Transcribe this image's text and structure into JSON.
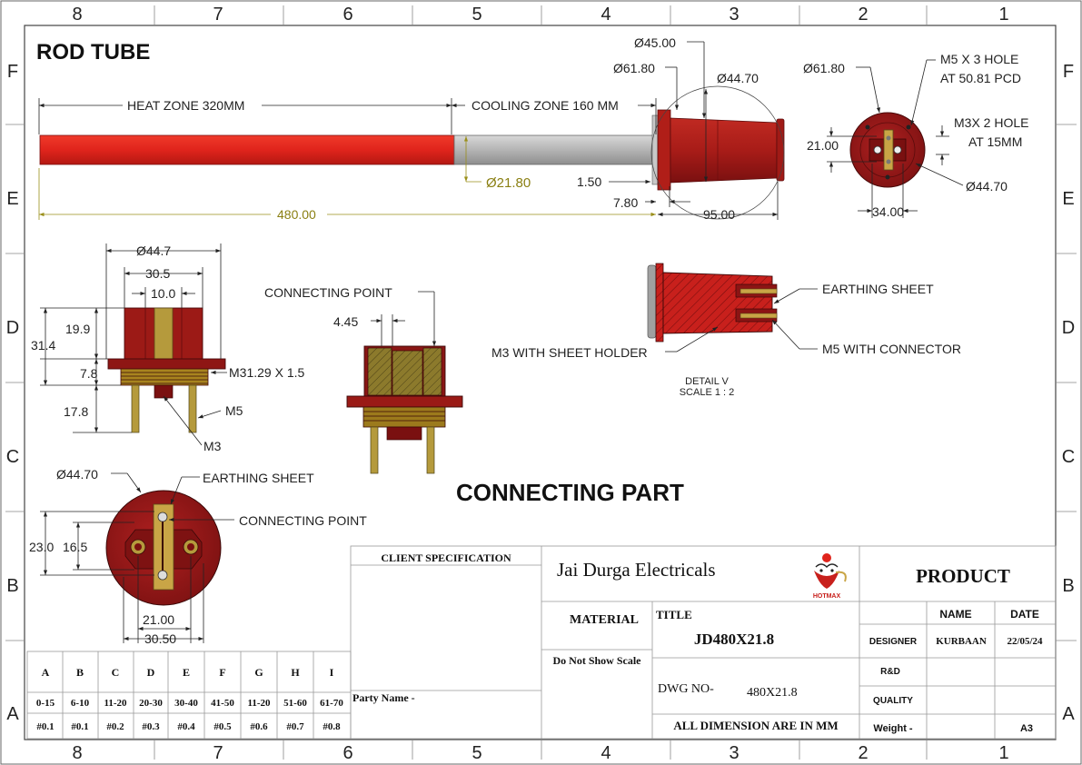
{
  "zone_labels": {
    "columns": [
      "8",
      "7",
      "6",
      "5",
      "4",
      "3",
      "2",
      "1"
    ],
    "rows": [
      "F",
      "E",
      "D",
      "C",
      "B",
      "A"
    ]
  },
  "titles": {
    "rod_tube": "ROD TUBE",
    "connecting_part": "CONNECTING PART"
  },
  "rod_tube_view": {
    "heat_zone": "HEAT ZONE  320MM",
    "cooling_zone": "COOLING ZONE 160 MM",
    "total_length": "480.00",
    "tube_dia": "Ø21.80",
    "d_45": "Ø45.00",
    "d_6180": "Ø61.80",
    "d_4470": "Ø44.70",
    "d_150": "1.50",
    "d_780": "7.80",
    "d_9500": "95.00"
  },
  "end_view": {
    "d_6180": "Ø61.80",
    "m5_note_1": "M5 X 3 HOLE",
    "m5_note_2": "AT 50.81 PCD",
    "m3_note_1": "M3X 2 HOLE",
    "m3_note_2": "AT 15MM",
    "d_2100": "21.00",
    "d_4470": "Ø44.70",
    "d_3400": "34.00"
  },
  "front_view": {
    "d_447": "Ø44.7",
    "d_305": "30.5",
    "d_100": "10.0",
    "d_199": "19.9",
    "d_314": "31.4",
    "d_78": "7.8",
    "d_178": "17.8",
    "thread": "M31.29 X 1.5",
    "m5": "M5",
    "m3": "M3"
  },
  "section_view": {
    "connecting_point": "CONNECTING POINT",
    "d_445": "4.45"
  },
  "detail_view": {
    "earthing_sheet": "EARTHING SHEET",
    "m3_holder": "M3 WITH SHEET HOLDER",
    "m5_connector": "M5 WITH CONNECTOR",
    "detail": "DETAIL V",
    "scale": "SCALE 1 : 2"
  },
  "bottom_view": {
    "d_4470": "Ø44.70",
    "earthing_sheet": "EARTHING SHEET",
    "connecting_point": "CONNECTING POINT",
    "d_230": "23.0",
    "d_165": "16.5",
    "d_2100": "21.00",
    "d_3050": "30.50"
  },
  "tolerance_table": {
    "headers": [
      "A",
      "B",
      "C",
      "D",
      "E",
      "F",
      "G",
      "H",
      "I"
    ],
    "ranges": [
      "0-15",
      "6-10",
      "11-20",
      "20-30",
      "30-40",
      "41-50",
      "11-20",
      "51-60",
      "61-70"
    ],
    "tolerances": [
      "#0.1",
      "#0.1",
      "#0.2",
      "#0.3",
      "#0.4",
      "#0.5",
      "#0.6",
      "#0.7",
      "#0.8"
    ]
  },
  "title_block": {
    "client_spec": "CLIENT SPECIFICATION",
    "party_name": "Party Name -",
    "company": "Jai Durga Electricals",
    "logo_text": "HOTMAX",
    "product": "PRODUCT",
    "material": "MATERIAL",
    "no_scale": "Do Not Show Scale",
    "title_label": "TITLE",
    "title_value": "JD480X21.8",
    "dwg_label": "DWG NO-",
    "dwg_value": "480X21.8",
    "dims_note": "ALL DIMENSION ARE IN MM",
    "name_hdr": "NAME",
    "date_hdr": "DATE",
    "designer_label": "DESIGNER",
    "designer_name": "KURBAAN",
    "designer_date": "22/05/24",
    "rnd_label": "R&D",
    "quality_label": "QUALITY",
    "weight_label": "Weight -",
    "sheet_size": "A3"
  },
  "colors": {
    "red": "#e0241c",
    "dark_red": "#9c1414",
    "gray_tube": "#b4b4b4",
    "brass": "#b59a3c",
    "dim_yellow": "#9a8f1a"
  }
}
